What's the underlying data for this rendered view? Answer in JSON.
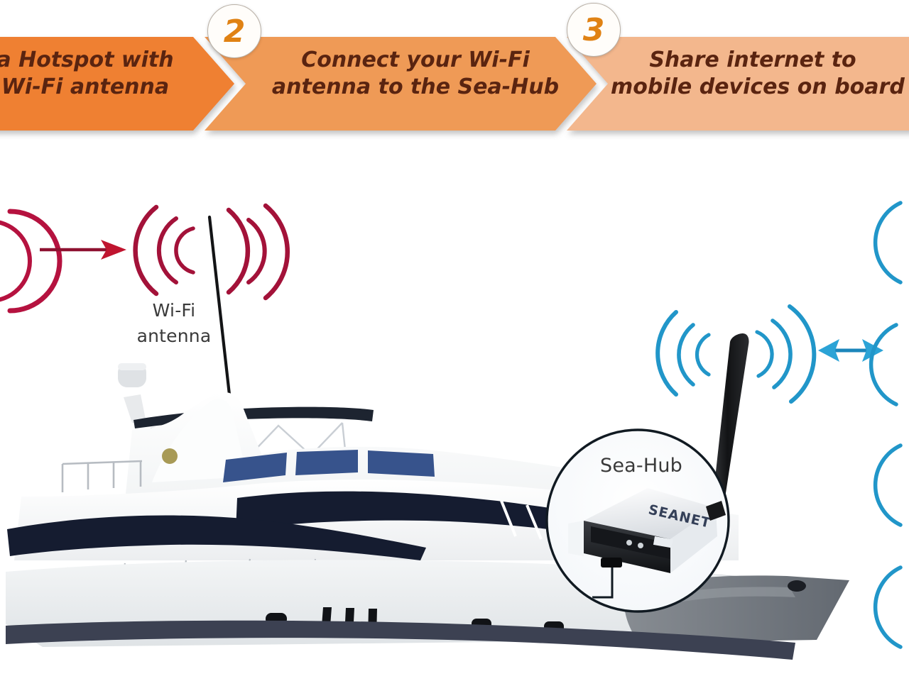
{
  "banner": {
    "steps": [
      {
        "number": "",
        "line1": "a Hotspot with",
        "line2": "Wi-Fi antenna",
        "color": "#ef8033",
        "clipped_left": true
      },
      {
        "number": "2",
        "line1": "Connect your Wi-Fi",
        "line2": "antenna to the Sea-Hub",
        "color": "#ef9a57",
        "clipped_left": false
      },
      {
        "number": "3",
        "line1": "Share internet to",
        "line2": "mobile devices on board",
        "color": "#f3b78d",
        "clipped_left": false
      }
    ],
    "text_color": "#5a2410",
    "number_color": "#e08214"
  },
  "diagram": {
    "labels": {
      "wifi_antenna": "Wi-Fi\nantenna",
      "wifi_antenna_line1": "Wi-Fi",
      "wifi_antenna_line2": "antenna",
      "sea_hub": "Sea-Hub"
    },
    "device_brand": "SEANET",
    "colors": {
      "shore_signal": "#b5123f",
      "onboard_signal": "#2196c9",
      "arrow_shore": "#b5123f",
      "arrow_devices": "#2196c9",
      "hull_white": "#ffffff",
      "hull_grey": "#d6d9dc",
      "hull_dark_stripe": "#3c4152",
      "bow_grey": "#6f747a",
      "window_navy": "#151c30",
      "window_blue": "#37538c",
      "antenna_black": "#17181a",
      "callout_outline": "#111a22",
      "label_text": "#3a3a3a"
    },
    "signal_sources": [
      {
        "name": "shore-hotspot-signal",
        "color": "#b5123f",
        "clipped": true
      },
      {
        "name": "boat-wifi-antenna-signal",
        "color": "#b5123f",
        "arcs": 3
      },
      {
        "name": "sea-hub-antenna-signal",
        "color": "#2196c9",
        "arcs": 3
      }
    ],
    "mobile_device_signals": {
      "count": 4,
      "color": "#2196c9",
      "clipped": true
    },
    "arrows": [
      {
        "name": "shore-to-antenna-arrow",
        "direction": "right",
        "color": "#b5123f"
      },
      {
        "name": "hub-to-devices-arrow",
        "direction": "both",
        "color": "#2196c9"
      }
    ]
  }
}
